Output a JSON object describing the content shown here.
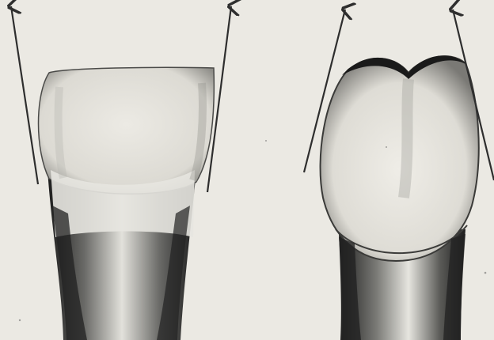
{
  "figure": {
    "panels": [
      {
        "id": "left",
        "subject": "tooth-crown-rectangular",
        "arrow_count": 2
      },
      {
        "id": "right",
        "subject": "tooth-crown-bulbous",
        "arrow_count": 2
      }
    ],
    "colors": {
      "paper": "#ebe9e3",
      "tooth": "#e9e8e2",
      "shadow": "#2a2a2a",
      "arrow": "#2e2e2e"
    }
  }
}
